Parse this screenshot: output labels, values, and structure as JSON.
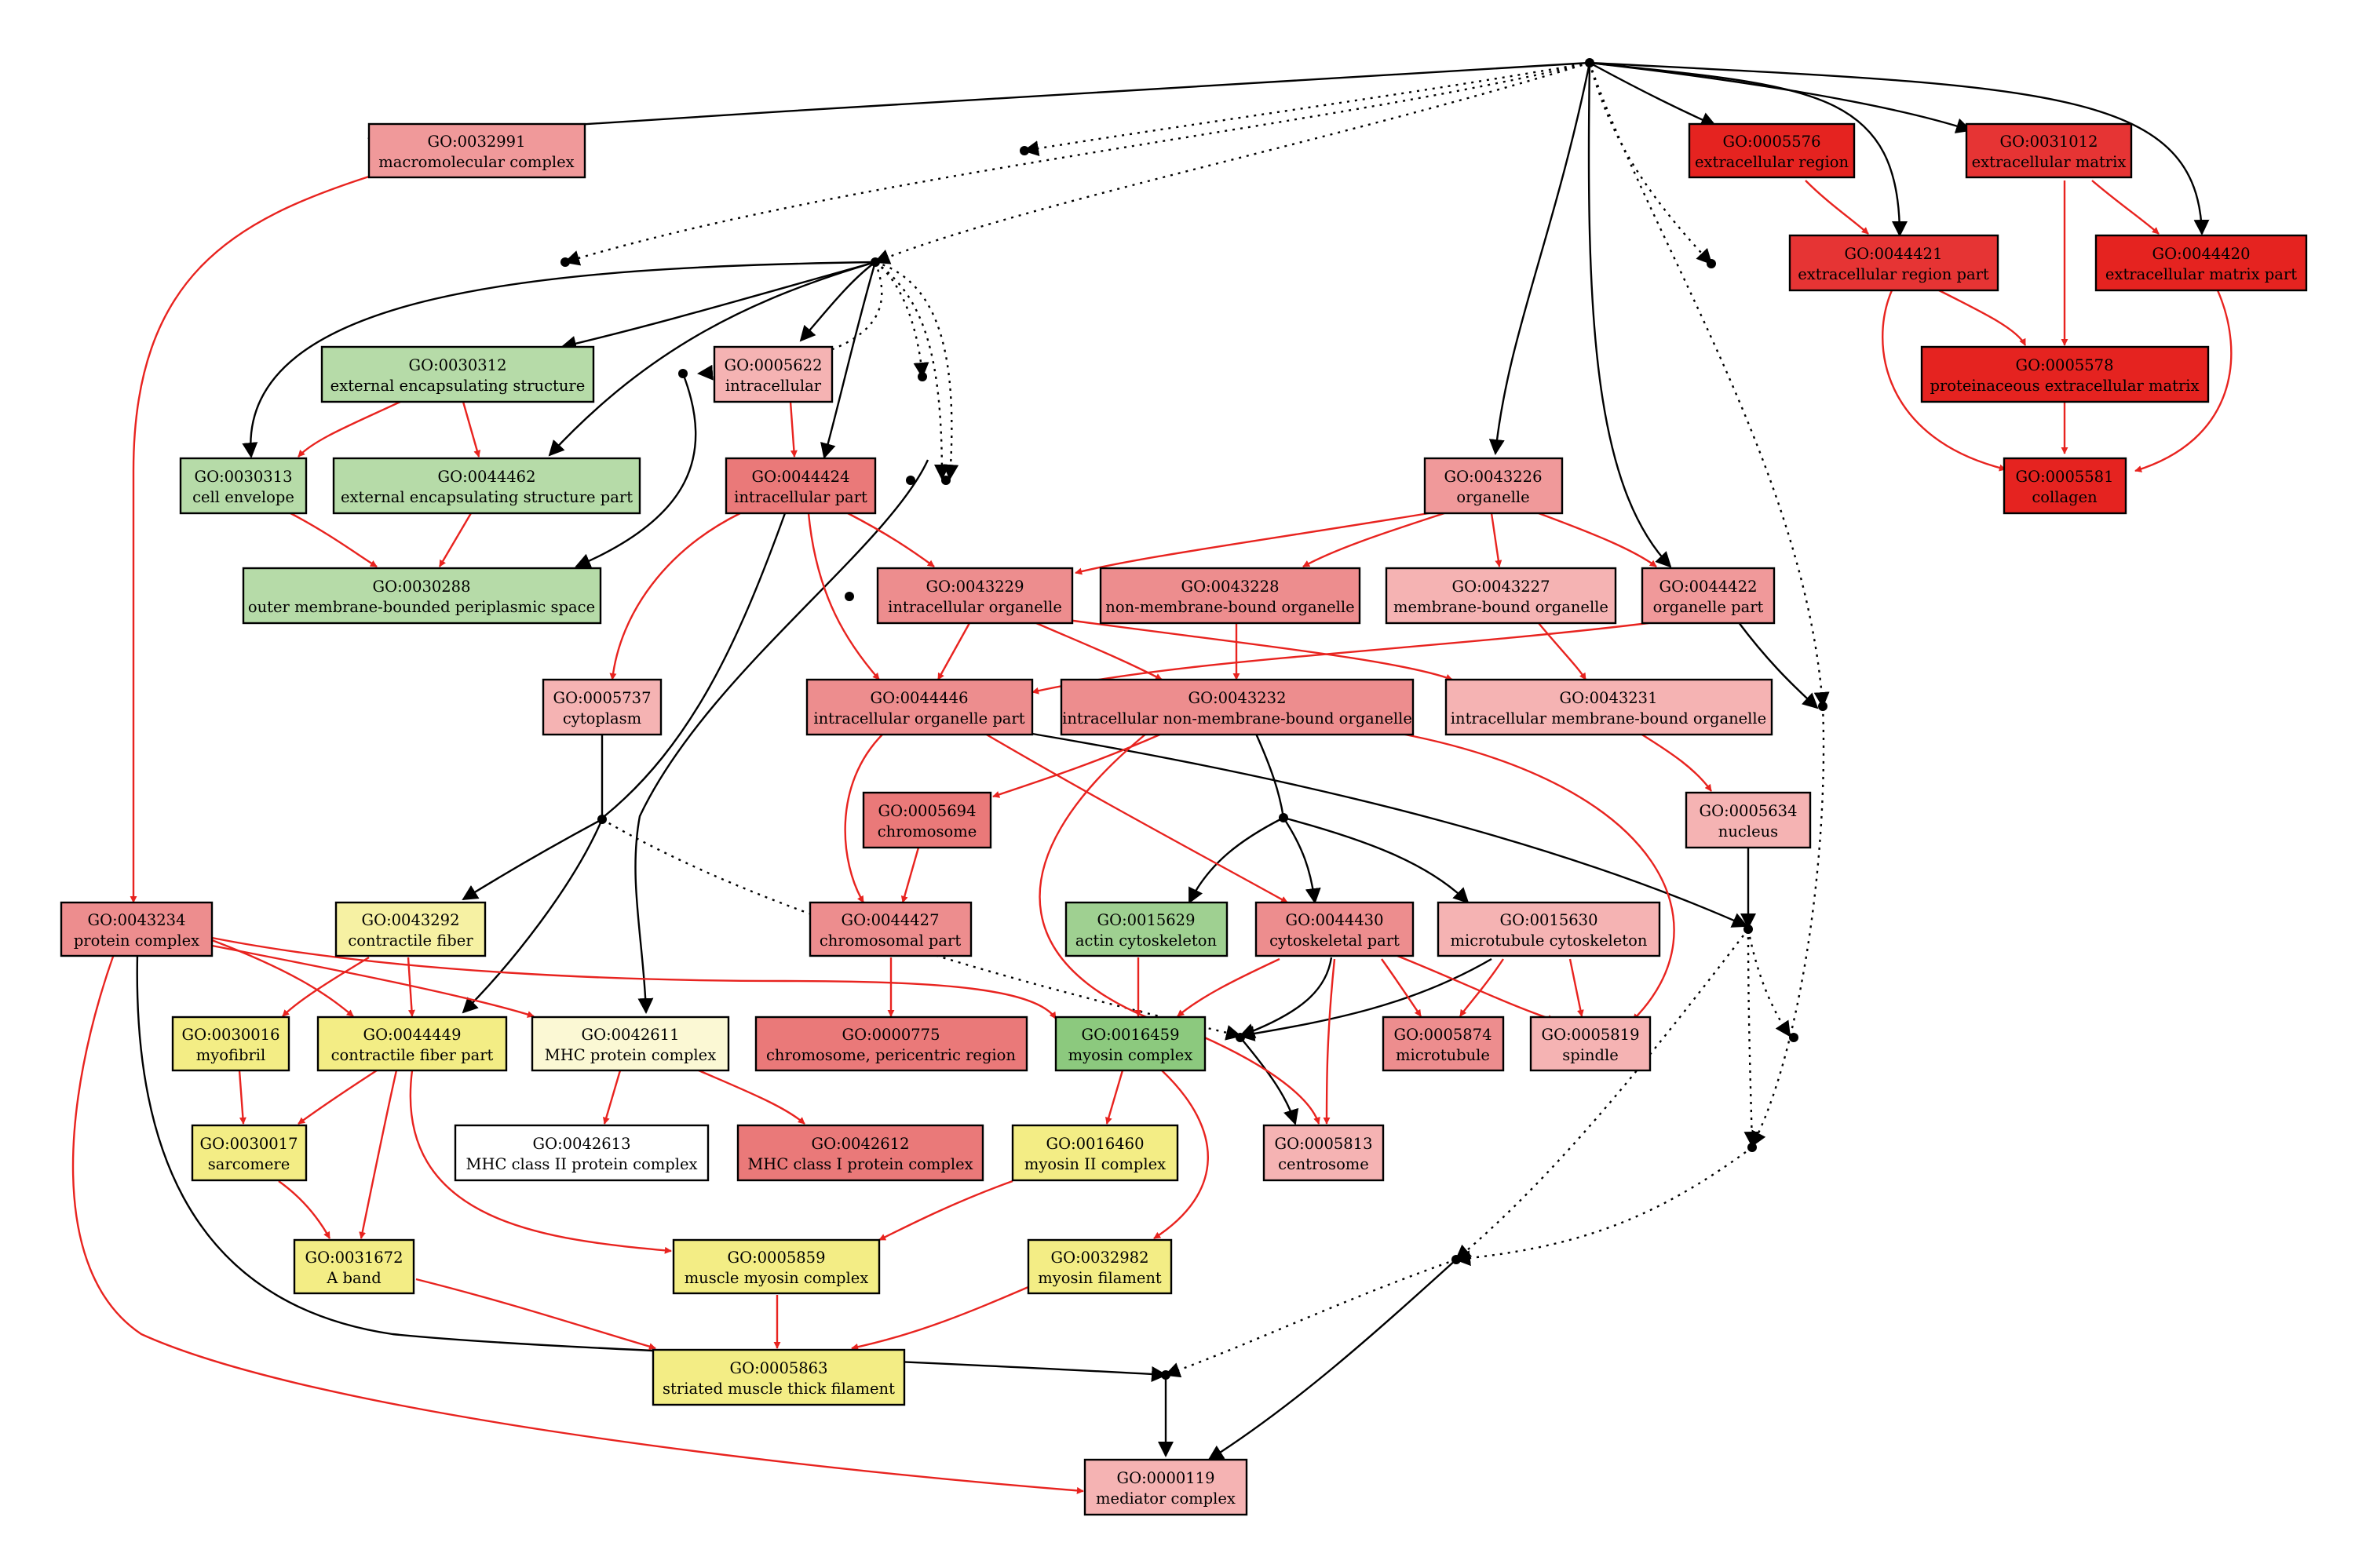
{
  "colors": {
    "green_light": "#b6dba8",
    "green_mid": "#9fd091",
    "green_dark": "#8cc97e",
    "yellow": "#f3ed85",
    "yellow_light": "#f6f1a3",
    "yellow_pale": "#fbf8d4",
    "white": "#ffffff",
    "pink_pale": "#f5b3b3",
    "pink": "#f0999a",
    "salmon": "#ed8d8e",
    "rose": "#ea7979",
    "red_mid": "#e84848",
    "red": "#e63434",
    "red_dark": "#e52320",
    "edge_red": "#e8231f",
    "edge_black": "#000000"
  },
  "nodes": {
    "go0032991": {
      "id": "GO:0032991",
      "label": "macromolecular complex"
    },
    "go0005576": {
      "id": "GO:0005576",
      "label": "extracellular region"
    },
    "go0031012": {
      "id": "GO:0031012",
      "label": "extracellular matrix"
    },
    "go0044421": {
      "id": "GO:0044421",
      "label": "extracellular region part"
    },
    "go0044420": {
      "id": "GO:0044420",
      "label": "extracellular matrix part"
    },
    "go0030312": {
      "id": "GO:0030312",
      "label": "external encapsulating structure"
    },
    "go0005622": {
      "id": "GO:0005622",
      "label": "intracellular"
    },
    "go0005578": {
      "id": "GO:0005578",
      "label": "proteinaceous extracellular matrix"
    },
    "go0030313": {
      "id": "GO:0030313",
      "label": "cell envelope"
    },
    "go0044462": {
      "id": "GO:0044462",
      "label": "external encapsulating structure part"
    },
    "go0044424": {
      "id": "GO:0044424",
      "label": "intracellular part"
    },
    "go0043226": {
      "id": "GO:0043226",
      "label": "organelle"
    },
    "go0005581": {
      "id": "GO:0005581",
      "label": "collagen"
    },
    "go0030288": {
      "id": "GO:0030288",
      "label": "outer membrane-bounded periplasmic space"
    },
    "go0043229": {
      "id": "GO:0043229",
      "label": "intracellular organelle"
    },
    "go0043228": {
      "id": "GO:0043228",
      "label": "non-membrane-bound organelle"
    },
    "go0043227": {
      "id": "GO:0043227",
      "label": "membrane-bound organelle"
    },
    "go0044422": {
      "id": "GO:0044422",
      "label": "organelle part"
    },
    "go0005737": {
      "id": "GO:0005737",
      "label": "cytoplasm"
    },
    "go0044446": {
      "id": "GO:0044446",
      "label": "intracellular organelle part"
    },
    "go0043232": {
      "id": "GO:0043232",
      "label": "intracellular non-membrane-bound organelle"
    },
    "go0043231": {
      "id": "GO:0043231",
      "label": "intracellular membrane-bound organelle"
    },
    "go0005694": {
      "id": "GO:0005694",
      "label": "chromosome"
    },
    "go0005634": {
      "id": "GO:0005634",
      "label": "nucleus"
    },
    "go0043234": {
      "id": "GO:0043234",
      "label": "protein complex"
    },
    "go0043292": {
      "id": "GO:0043292",
      "label": "contractile fiber"
    },
    "go0044427": {
      "id": "GO:0044427",
      "label": "chromosomal part"
    },
    "go0015629": {
      "id": "GO:0015629",
      "label": "actin cytoskeleton"
    },
    "go0044430": {
      "id": "GO:0044430",
      "label": "cytoskeletal part"
    },
    "go0015630": {
      "id": "GO:0015630",
      "label": "microtubule cytoskeleton"
    },
    "go0030016": {
      "id": "GO:0030016",
      "label": "myofibril"
    },
    "go0044449": {
      "id": "GO:0044449",
      "label": "contractile fiber part"
    },
    "go0042611": {
      "id": "GO:0042611",
      "label": "MHC protein complex"
    },
    "go0000775": {
      "id": "GO:0000775",
      "label": "chromosome, pericentric region"
    },
    "go0016459": {
      "id": "GO:0016459",
      "label": "myosin complex"
    },
    "go0005874": {
      "id": "GO:0005874",
      "label": "microtubule"
    },
    "go0005819": {
      "id": "GO:0005819",
      "label": "spindle"
    },
    "go0030017": {
      "id": "GO:0030017",
      "label": "sarcomere"
    },
    "go0042613": {
      "id": "GO:0042613",
      "label": "MHC class II protein complex"
    },
    "go0042612": {
      "id": "GO:0042612",
      "label": "MHC class I protein complex"
    },
    "go0016460": {
      "id": "GO:0016460",
      "label": "myosin II complex"
    },
    "go0005813": {
      "id": "GO:0005813",
      "label": "centrosome"
    },
    "go0031672": {
      "id": "GO:0031672",
      "label": "A band"
    },
    "go0005859": {
      "id": "GO:0005859",
      "label": "muscle myosin complex"
    },
    "go0032982": {
      "id": "GO:0032982",
      "label": "myosin filament"
    },
    "go0005863": {
      "id": "GO:0005863",
      "label": "striated muscle thick filament"
    },
    "go0000119": {
      "id": "GO:0000119",
      "label": "mediator complex"
    }
  }
}
